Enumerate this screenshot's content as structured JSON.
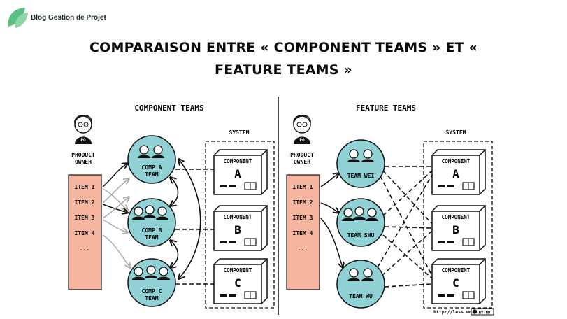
{
  "header": {
    "blog_name": "Blog Gestion de Projet",
    "title_line1": "COMPARAISON ENTRE « COMPONENT TEAMS » ET «",
    "title_line2": "FEATURE TEAMS »"
  },
  "colors": {
    "team_circle": "#8fd1d4",
    "backlog": "#f6b59f",
    "ink": "#111111",
    "logo_green": "#5bbf86"
  },
  "left_panel": {
    "title": "COMPONENT TEAMS",
    "system_label": "SYSTEM",
    "po_badge": "PO",
    "owner_line1": "PRODUCT",
    "owner_line2": "OWNER",
    "items": [
      "ITEM 1",
      "ITEM 2",
      "ITEM 3",
      "ITEM 4",
      "..."
    ],
    "teams": [
      {
        "line1": "COMP A",
        "line2": "TEAM"
      },
      {
        "line1": "COMP B",
        "line2": "TEAM"
      },
      {
        "line1": "COMP C",
        "line2": "TEAM"
      }
    ],
    "components": [
      {
        "label": "COMPONENT",
        "letter": "A"
      },
      {
        "label": "COMPONENT",
        "letter": "B"
      },
      {
        "label": "COMPONENT",
        "letter": "C"
      }
    ]
  },
  "right_panel": {
    "title": "FEATURE TEAMS",
    "system_label": "SYSTEM",
    "po_badge": "PO",
    "owner_line1": "PRODUCT",
    "owner_line2": "OWNER",
    "items": [
      "ITEM 1",
      "ITEM 2",
      "ITEM 3",
      "ITEM 4",
      "..."
    ],
    "teams": [
      {
        "line1": "TEAM WEI"
      },
      {
        "line1": "TEAM SHU"
      },
      {
        "line1": "TEAM WU"
      }
    ],
    "components": [
      {
        "label": "COMPONENT",
        "letter": "A"
      },
      {
        "label": "COMPONENT",
        "letter": "B"
      },
      {
        "label": "COMPONENT",
        "letter": "C"
      }
    ]
  },
  "credit": {
    "url": "http://less.works",
    "license": "BY-ND"
  }
}
